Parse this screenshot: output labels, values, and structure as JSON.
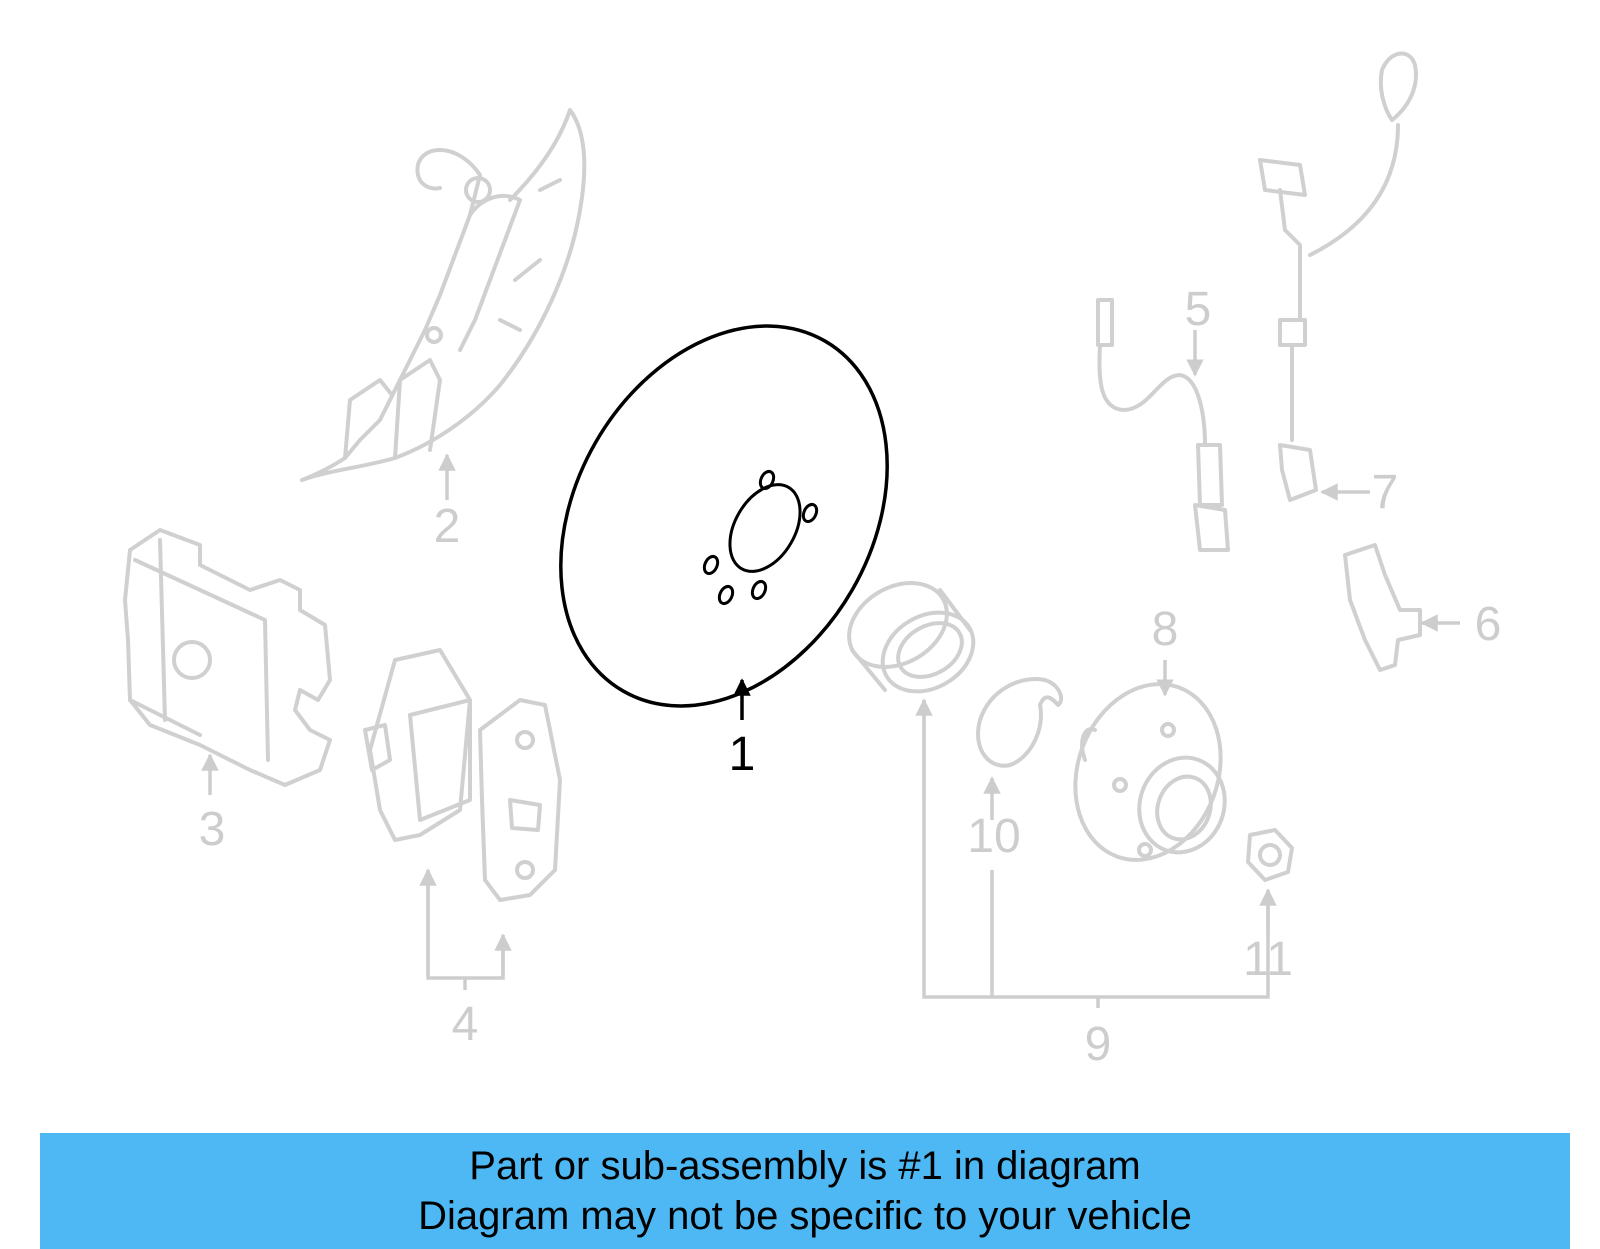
{
  "callouts": {
    "c1": "1",
    "c2": "2",
    "c3": "3",
    "c4": "4",
    "c5": "5",
    "c6": "6",
    "c7": "7",
    "c8": "8",
    "c9": "9",
    "c10": "10",
    "c11": "11"
  },
  "highlighted_part": "1",
  "colors": {
    "active": "#000000",
    "inactive": "#cdcdcd",
    "banner": "#4db8f3"
  },
  "banner": {
    "line1": "Part or sub-assembly is #1 in diagram",
    "line2": "Diagram may not be specific to your vehicle"
  }
}
